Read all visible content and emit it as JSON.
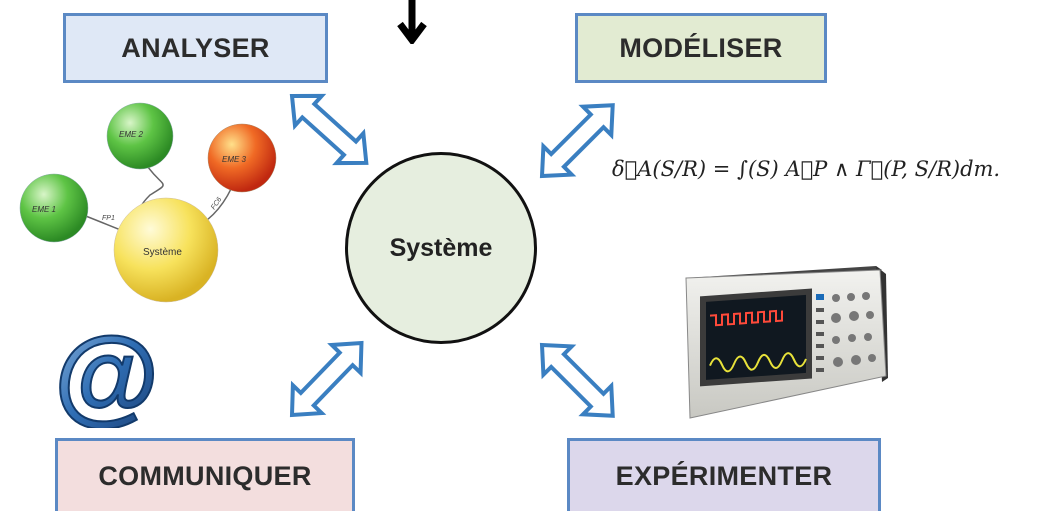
{
  "boxes": {
    "analyser": "ANALYSER",
    "modeliser": "MODÉLISER",
    "communiquer": "COMMUNIQUER",
    "experimenter": "EXPÉRIMENTER"
  },
  "center": {
    "label": "Système"
  },
  "sphere_diagram": {
    "spheres": [
      "EME 1",
      "EME 2",
      "EME 3"
    ],
    "center_label": "Système",
    "links": [
      "FP1",
      "FC6"
    ]
  },
  "formula": "δ⃗A(S/R) = ∫(S) A⃗P ∧ Γ⃗(P, S/R)dm.",
  "at_symbol": "@",
  "colors": {
    "box_border": "#5b89c4",
    "arrow_blue": "#3a7fc1",
    "analyser_bg": "#dfe8f6",
    "modeliser_bg": "#e2ebd2",
    "communiquer_bg": "#f3dede",
    "experimenter_bg": "#dcd7eb",
    "center_bg": "#e6eedf"
  }
}
